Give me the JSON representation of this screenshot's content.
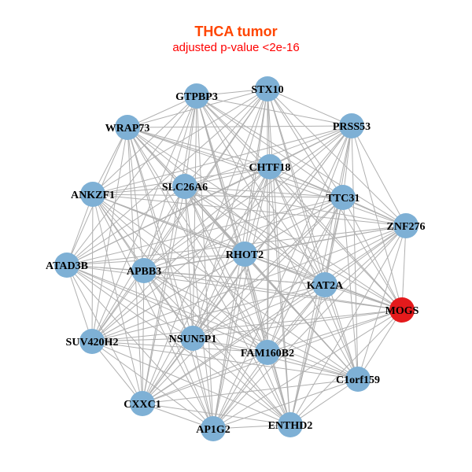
{
  "title": "THCA tumor",
  "subtitle": "adjusted p-value <2e-16",
  "colors": {
    "node": "#7eb0d5",
    "highlight": "#e41a1c",
    "edge": "#b0b0b0",
    "title": "#ff4500",
    "subtitle": "#ff0000"
  },
  "nodes": [
    {
      "id": "GTPBP3"
    },
    {
      "id": "STX10"
    },
    {
      "id": "PRSS53"
    },
    {
      "id": "WRAP73"
    },
    {
      "id": "CHTF18"
    },
    {
      "id": "SLC26A6"
    },
    {
      "id": "ANKZF1"
    },
    {
      "id": "TTC31"
    },
    {
      "id": "ZNF276"
    },
    {
      "id": "RHOT2"
    },
    {
      "id": "ATAD3B"
    },
    {
      "id": "APBB3"
    },
    {
      "id": "KAT2A"
    },
    {
      "id": "MOGS",
      "highlight": true
    },
    {
      "id": "SUV420H2"
    },
    {
      "id": "NSUN5P1"
    },
    {
      "id": "FAM160B2"
    },
    {
      "id": "C1orf159"
    },
    {
      "id": "CXXC1"
    },
    {
      "id": "AP1G2"
    },
    {
      "id": "ENTHD2"
    }
  ],
  "edges": "all-pairs"
}
